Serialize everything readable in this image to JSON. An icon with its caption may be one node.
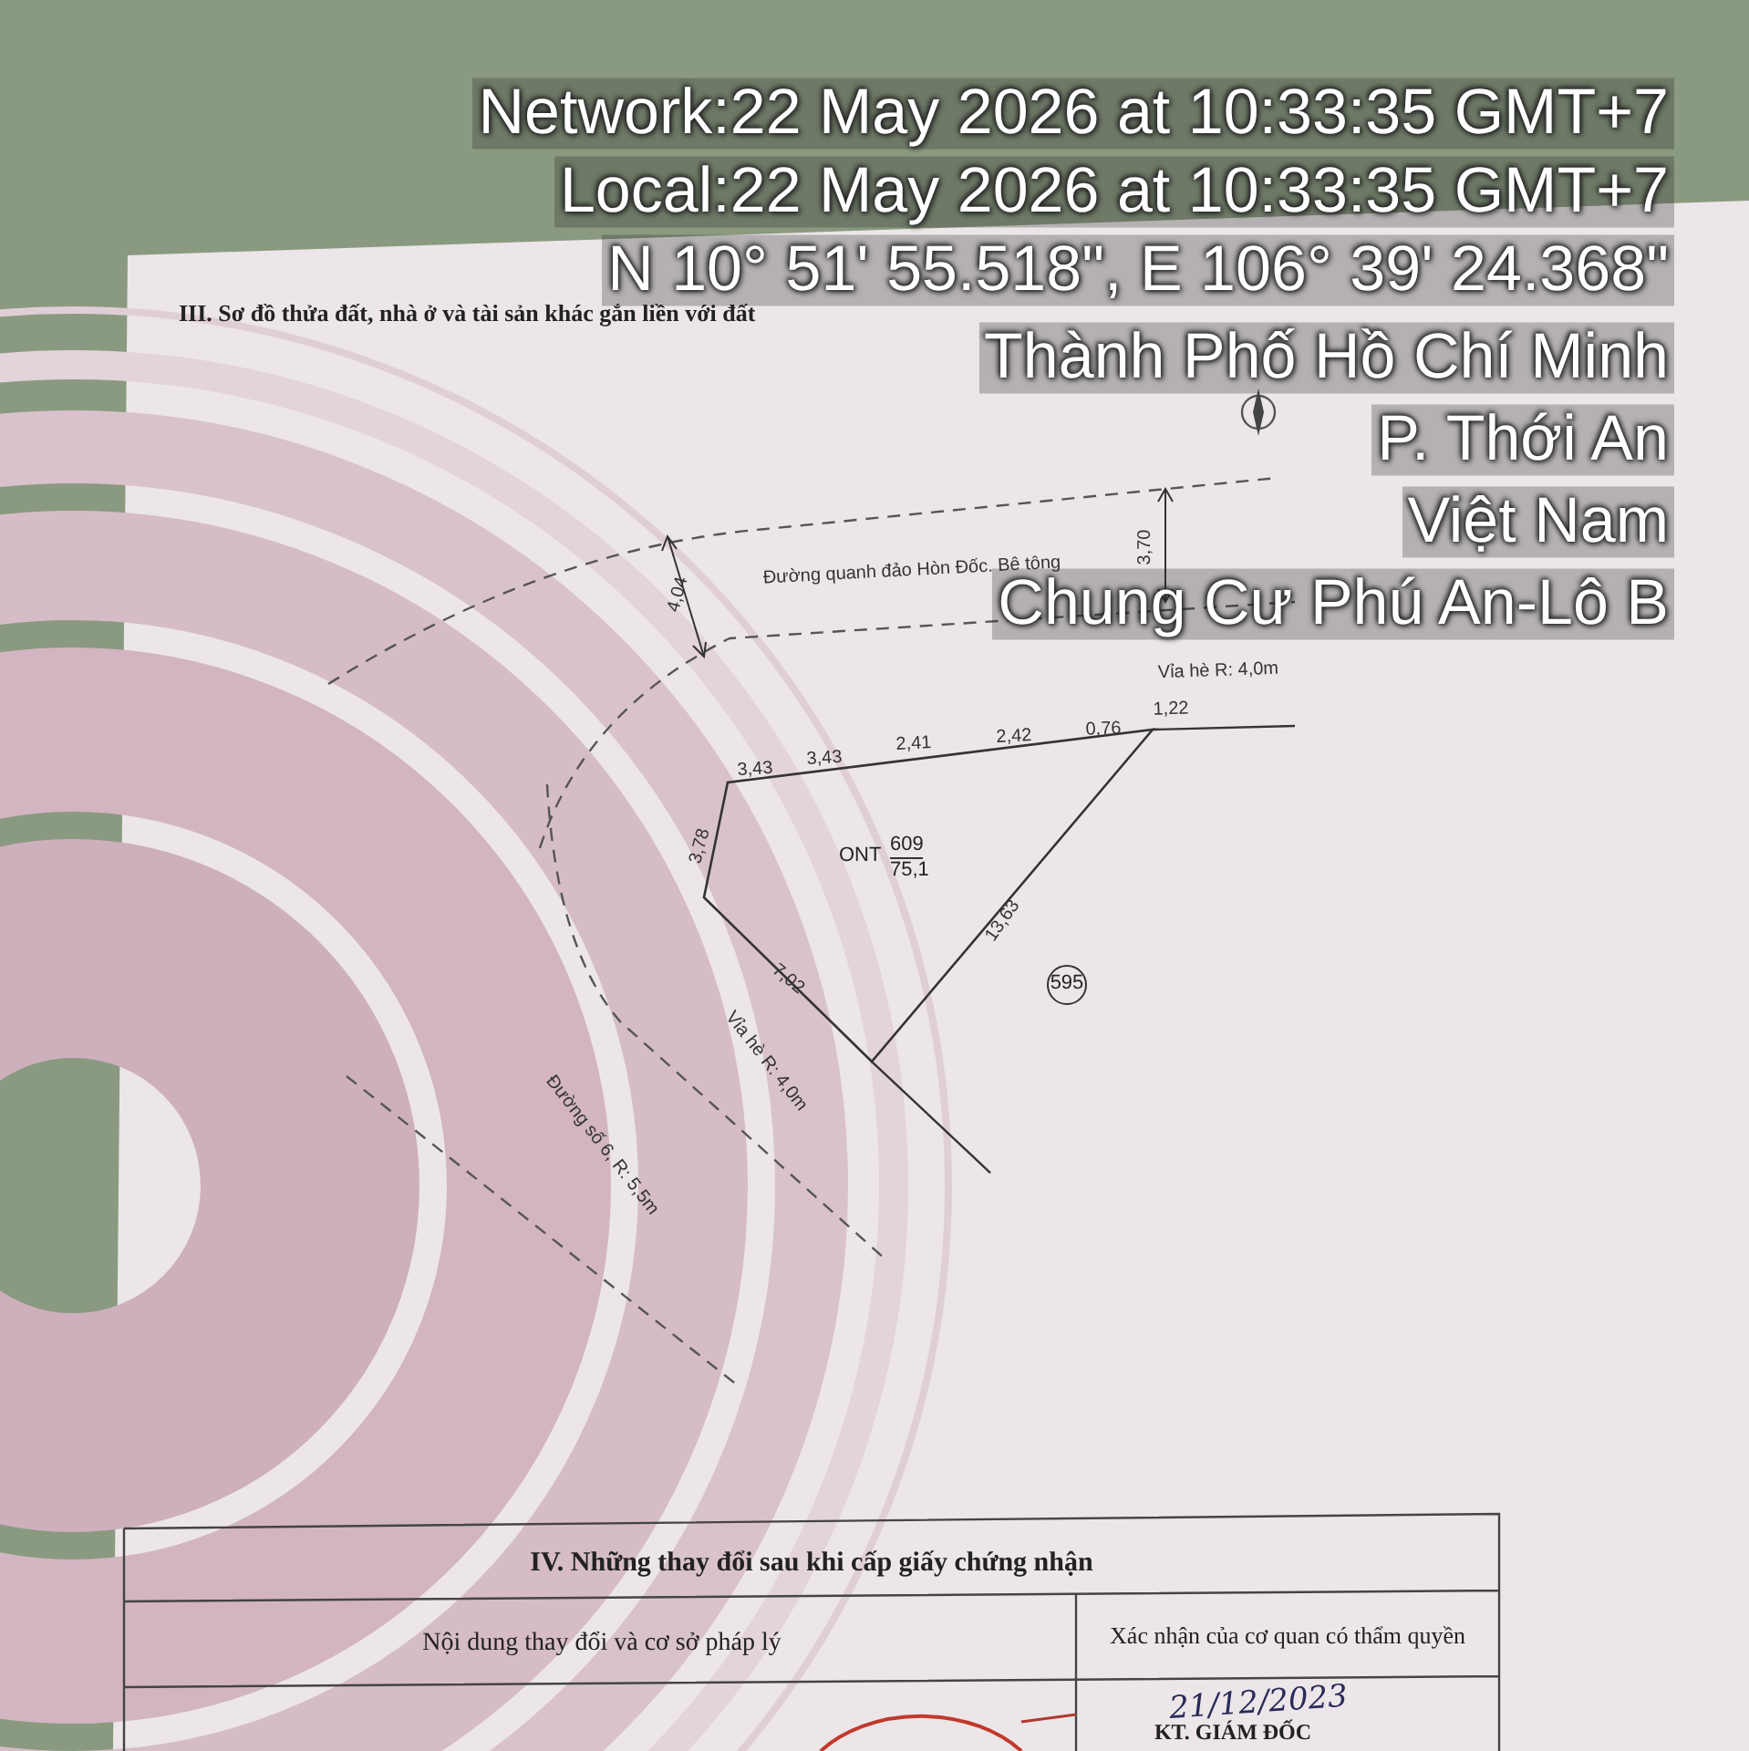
{
  "diagram": {
    "nodes": [
      {
        "text": [
          "ONT",
          "609",
          "75,1"
        ]
      },
      {
        "text": [
          "595"
        ]
      }
    ],
    "labels": [
      "Network:22 May 2026 at 10:33:35 GMT+7",
      "Local:22 May 2026 at 10:33:35 GMT+7",
      "N 10° 51' 55.518\", E 106° 39' 24.368\"",
      "Thành Phố Hồ Chí Minh",
      "P. Thới An",
      "Việt Nam",
      "Chung Cư Phú An-Lô B",
      "III. Sơ đồ thửa đất, nhà ở và tài sản khác gắn liền với đất",
      "Đường quanh đảo Hòn Đốc. Bê tông",
      "4,04",
      "3,70",
      "Vỉa hè R: 4,0m",
      "3,43",
      "3,43",
      "2,41",
      "2,42",
      "0,76",
      "1,22",
      "3,78",
      "13,63",
      "7,02",
      "Vỉa hè R: 4,0m",
      "Đường số 6, R: 5,5m",
      "IV. Những thay đổi sau khi cấp giấy chứng nhận",
      "Nội dung thay đổi và cơ sở pháp lý",
      "Xác nhận của cơ quan có thẩm quyền",
      "21/12/2023",
      "KT. GIÁM ĐỐC"
    ]
  }
}
